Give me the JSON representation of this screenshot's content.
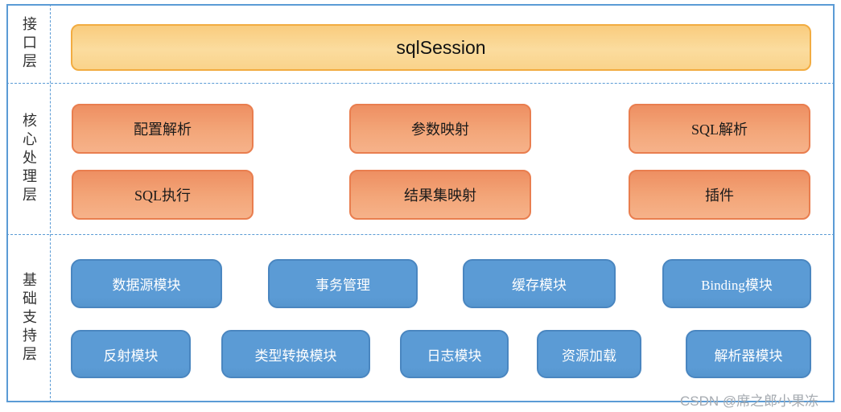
{
  "layers": {
    "interface": {
      "label": "接口层"
    },
    "core": {
      "label": "核心处理层"
    },
    "base": {
      "label": "基础支持层"
    }
  },
  "interface": {
    "sql_session": "sqlSession"
  },
  "core": {
    "row1": [
      "配置解析",
      "参数映射",
      "SQL解析"
    ],
    "row2": [
      "SQL执行",
      "结果集映射",
      "插件"
    ]
  },
  "base": {
    "row1": [
      "数据源模块",
      "事务管理",
      "缓存模块",
      "Binding模块"
    ],
    "row2": [
      "反射模块",
      "类型转换模块",
      "日志模块",
      "资源加载",
      "解析器模块"
    ]
  },
  "watermark": "CSDN @席之郎小果冻",
  "colors": {
    "frame_blue": "#5B9BD5",
    "gold_border": "#F2AC41",
    "gold_fill": "#FAD38B",
    "orange_border": "#E97E4F",
    "orange_fill": "#F3A679",
    "blue_fill": "#5B9BD5",
    "blue_border": "#4A86C0",
    "watermark_gray": "#A6ABB1"
  }
}
